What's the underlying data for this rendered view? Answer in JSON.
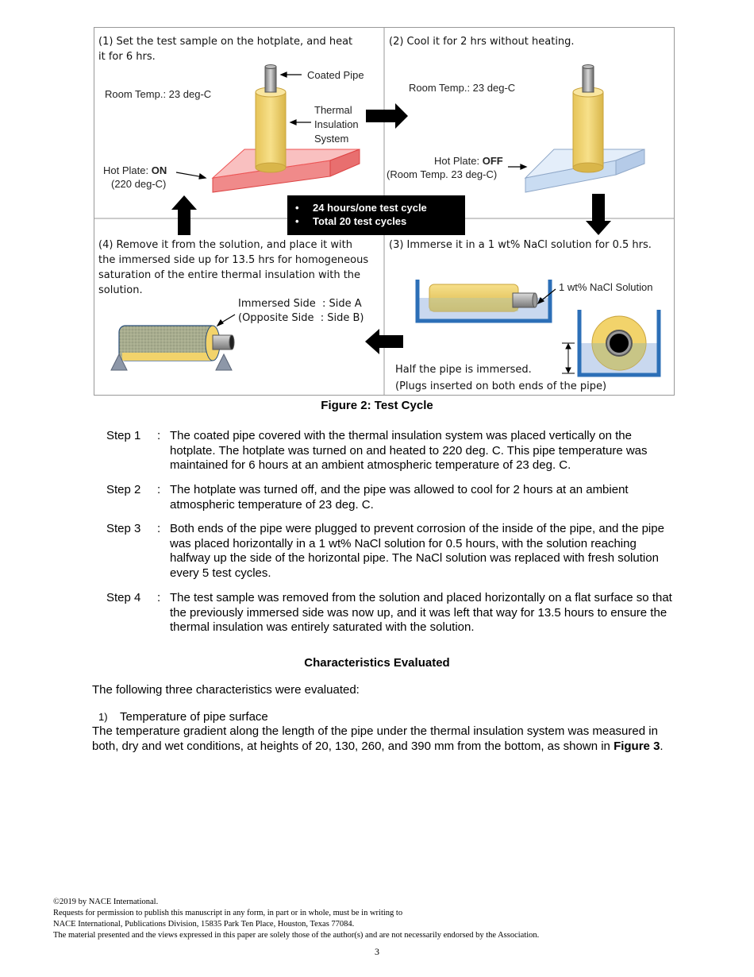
{
  "figure": {
    "panel1_title": "(1) Set the test sample on the hotplate, and heat it for 6 hrs.",
    "panel1_room_temp": "Room Temp.: 23 deg-C",
    "panel1_coated_pipe": "Coated Pipe",
    "panel1_thermal_insulation": [
      "Thermal",
      "Insulation",
      "System"
    ],
    "panel1_hotplate_label": "Hot Plate: ",
    "panel1_hotplate_state": "ON",
    "panel1_hotplate_temp": "(220 deg-C)",
    "panel2_title": "(2) Cool it for 2 hrs without heating.",
    "panel2_room_temp": "Room Temp.: 23 deg-C",
    "panel2_hotplate_label": "Hot Plate: ",
    "panel2_hotplate_state": "OFF",
    "panel2_hotplate_temp": "(Room Temp. 23 deg-C)",
    "cycle_items": [
      "24 hours/one test cycle",
      "Total 20 test cycles"
    ],
    "panel3_title": "(3) Immerse it in a 1 wt% NaCl solution for 0.5 hrs.",
    "panel3_solution": "1 wt% NaCl Solution",
    "panel3_note1": "Half the pipe is immersed.",
    "panel3_note2": "(Plugs inserted on both ends of the pipe)",
    "panel4_title": "(4) Remove it from the solution, and place it with the immersed side up for 13.5 hrs for homogeneous saturation of the entire thermal insulation with the solution.",
    "panel4_immersed": "Immersed Side  : Side A",
    "panel4_opposite": "(Opposite Side  : Side B)",
    "colors": {
      "hotplate_on": "#f08a8a",
      "hotplate_off": "#c9dcf2",
      "insulation": "#f2d36b",
      "water": "#2c6fb7"
    }
  },
  "caption": "Figure 2: Test Cycle",
  "steps": [
    {
      "label": "Step 1",
      "text": "The coated pipe covered with the thermal insulation system was placed vertically on the hotplate. The hotplate was turned on and heated to 220 deg. C. This pipe temperature was maintained for 6 hours at an ambient atmospheric temperature of 23 deg. C."
    },
    {
      "label": "Step 2",
      "text": "The hotplate was turned off, and the pipe was allowed to cool for 2 hours at an ambient atmospheric temperature of 23 deg. C."
    },
    {
      "label": "Step 3",
      "text": "Both ends of the pipe were plugged to prevent corrosion of the inside of the pipe, and the pipe was placed horizontally in a 1 wt% NaCl solution for 0.5 hours, with the solution reaching halfway up the side of the horizontal pipe. The NaCl solution was replaced with fresh solution every 5 test cycles."
    },
    {
      "label": "Step 4",
      "text": "The test sample was removed from the solution and placed horizontally on a flat surface so that the previously immersed side was now up, and it was left that way for 13.5 hours to ensure the thermal insulation was entirely saturated with the solution."
    }
  ],
  "section_heading": "Characteristics Evaluated",
  "intro": "The following three characteristics were evaluated:",
  "list_item_number": "1)",
  "list_item_text": "Temperature of pipe surface",
  "para_text": "The temperature gradient along the length of the pipe under the thermal insulation system was measured in both, dry and wet conditions, at heights of 20, 130, 260, and 390 mm from the bottom, as shown in ",
  "para_ref": "Figure 3",
  "para_end": ".",
  "footer": {
    "copyright": "©2019 by NACE International.",
    "line2": "Requests for permission to publish this manuscript in any form, in part or in whole, must be in writing to",
    "line3": "NACE International, Publications Division, 15835 Park Ten Place, Houston, Texas 77084.",
    "line4": "The material presented and the views expressed in this paper are solely those of the author(s) and are not necessarily endorsed by the Association.",
    "page_number": "3"
  }
}
